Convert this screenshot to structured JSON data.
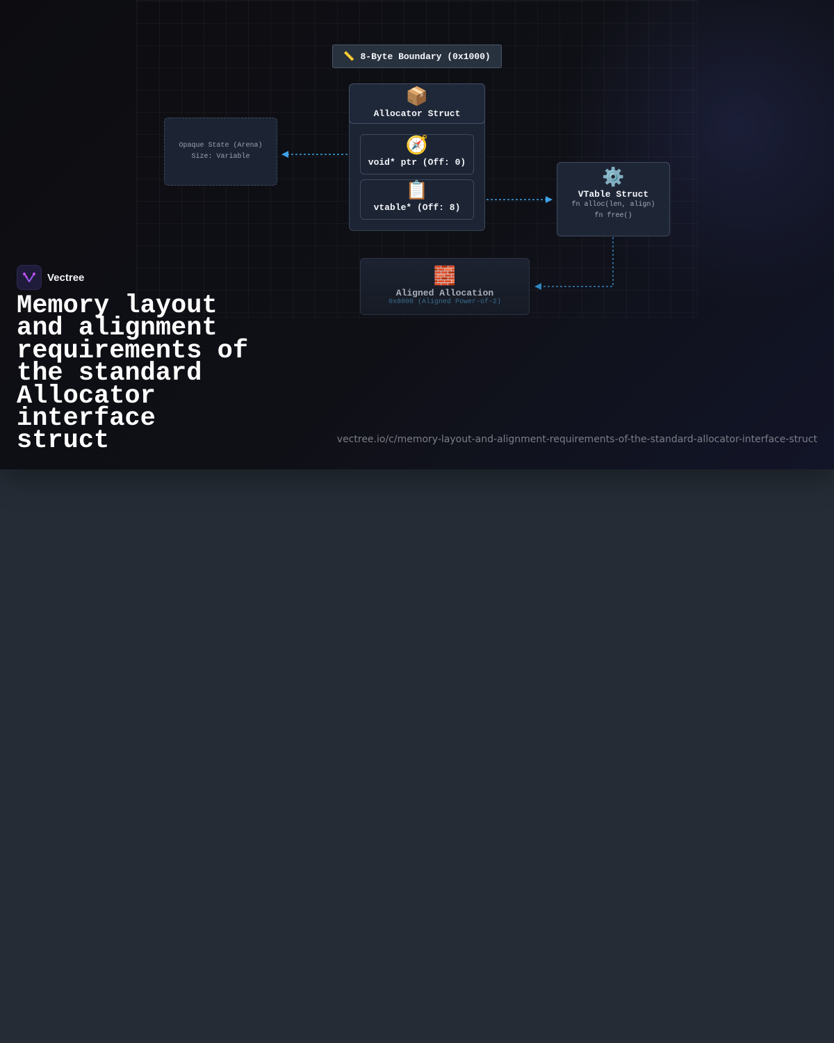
{
  "brand": {
    "name": "Vectree",
    "icon": "vectree-logo-icon"
  },
  "title": "Memory layout and alignment requirements of the standard Allocator interface struct",
  "url": "vectree.io/c/memory-layout-and-alignment-requirements-of-the-standard-allocator-interface-struct",
  "colors": {
    "arrow": "#3ea3e8",
    "node_bg": "#1e2636",
    "node_border": "#3a4558",
    "accent_dim": "#3a6a8a"
  },
  "diagram": {
    "boundary": {
      "icon": "📏",
      "label": "8-Byte Boundary (0x1000)"
    },
    "allocator": {
      "icon": "📦",
      "label": "Allocator Struct"
    },
    "fields": [
      {
        "icon": "🧭",
        "label": "void* ptr (Off: 0)"
      },
      {
        "icon": "📋",
        "label": "vtable* (Off: 8)"
      }
    ],
    "opaque": {
      "line1": "Opaque State (Arena)",
      "line2": "Size: Variable"
    },
    "vtable": {
      "icon": "⚙️",
      "label": "VTable Struct",
      "line1": "fn alloc(len, align)",
      "line2": "fn free()"
    },
    "aligned": {
      "icon": "🧱",
      "label": "Aligned Allocation",
      "addr": "0x8000 (Aligned Power-of-2)"
    },
    "edges": [
      {
        "from": "void* ptr (Off: 0)",
        "to": "Opaque State (Arena)"
      },
      {
        "from": "vtable* (Off: 8)",
        "to": "VTable Struct"
      },
      {
        "from": "VTable Struct",
        "to": "Aligned Allocation"
      }
    ]
  }
}
